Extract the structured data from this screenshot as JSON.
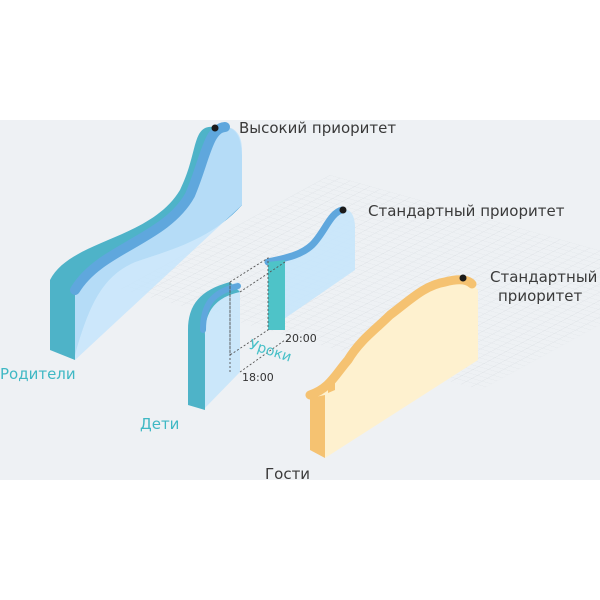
{
  "groups": {
    "parents": {
      "name": "Родители",
      "priority": "Высокий приоритет",
      "color": "#6fa8dc"
    },
    "children": {
      "name": "Дети",
      "priority": "Стандартный приоритет",
      "color": "#5bb0d8"
    },
    "guests": {
      "name": "Гости",
      "priority_line1": "Стандартный",
      "priority_line2": "приоритет",
      "color": "#f7c97a"
    }
  },
  "schedule": {
    "label": "Уроки",
    "start": "18:00",
    "end": "20:00"
  }
}
